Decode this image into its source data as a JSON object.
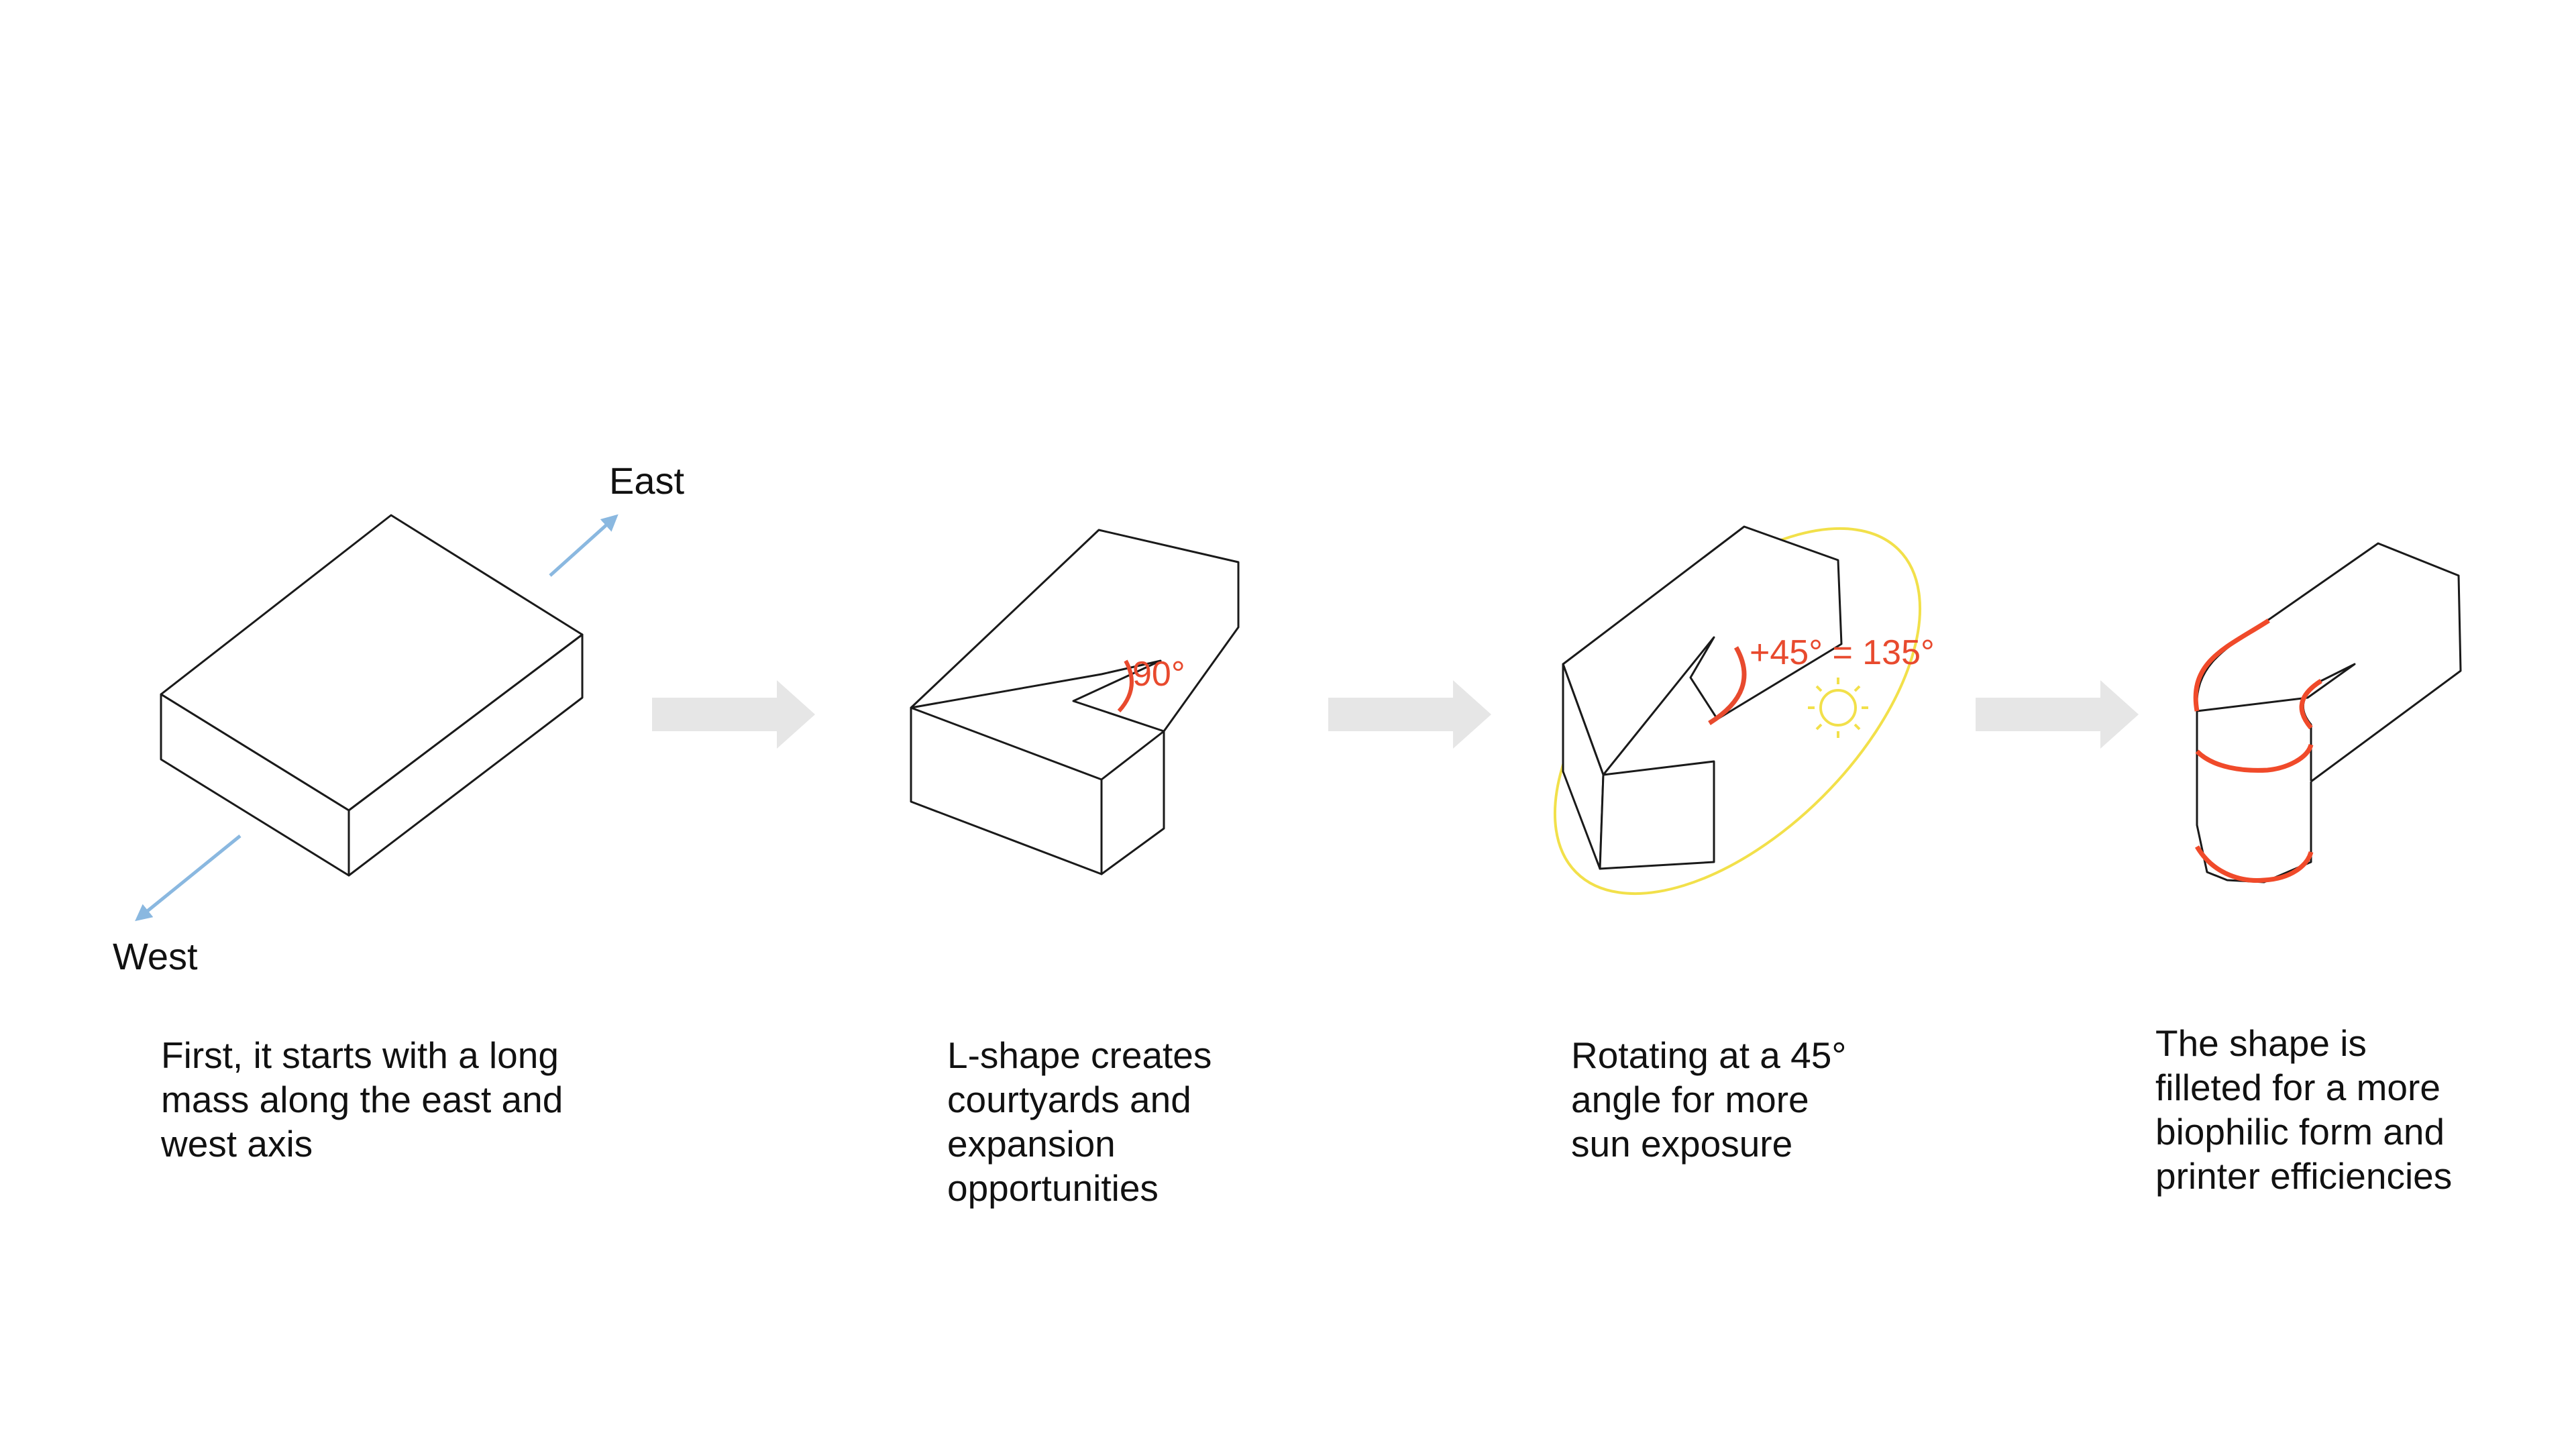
{
  "steps": [
    {
      "labels": {
        "east": "East",
        "west": "West"
      },
      "caption": [
        "First, it starts with a long",
        "mass along the east and",
        "west axis"
      ]
    },
    {
      "labels": {
        "angle": "90°"
      },
      "caption": [
        "L-shape creates",
        "courtyards and",
        "expansion",
        "opportunities"
      ]
    },
    {
      "labels": {
        "angle": "+45° = 135°"
      },
      "caption": [
        "Rotating at a 45°",
        "angle for more",
        "sun exposure"
      ]
    },
    {
      "labels": {},
      "caption": [
        "The shape is",
        "filleted for a more",
        "biophilic form and",
        "printer efficiencies"
      ]
    }
  ],
  "colors": {
    "outline": "#1a1a1a",
    "axis_arrow": "#8ab8e0",
    "angle_mark": "#e84a2e",
    "sun_path": "#f2e04a",
    "step_arrow": "#e6e6e6",
    "fillet_edge": "#f04a2a"
  },
  "icons": [
    "east-west-axis-arrow",
    "right-arrow",
    "sun-icon"
  ]
}
